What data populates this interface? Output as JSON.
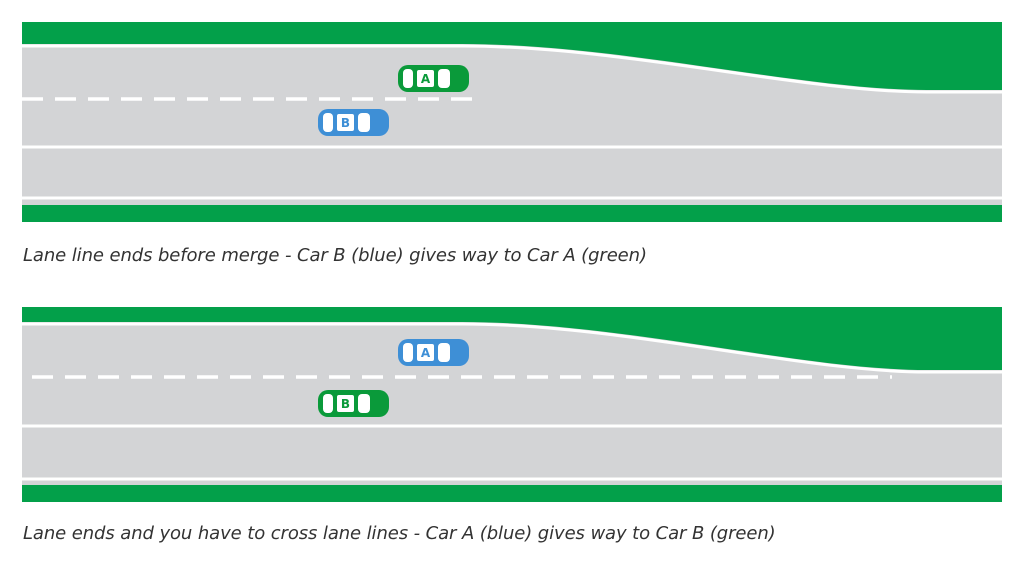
{
  "diagrams": [
    {
      "caption": "Lane line ends before merge - Car B (blue) gives way to Car A (green)",
      "lane_line": "ends before merge",
      "cars": [
        {
          "label": "A",
          "color": "#0a9a3a",
          "color_name": "green"
        },
        {
          "label": "B",
          "color": "#3e8fd6",
          "color_name": "blue"
        }
      ]
    },
    {
      "caption": "Lane ends and you have to cross lane lines - Car A (blue) gives way to Car B (green)",
      "lane_line": "continues to merge",
      "cars": [
        {
          "label": "A",
          "color": "#3e8fd6",
          "color_name": "blue"
        },
        {
          "label": "B",
          "color": "#0a9a3a",
          "color_name": "green"
        }
      ]
    }
  ],
  "colors": {
    "verge": "#03a04a",
    "road": "#d3d4d6",
    "line": "#ffffff"
  }
}
